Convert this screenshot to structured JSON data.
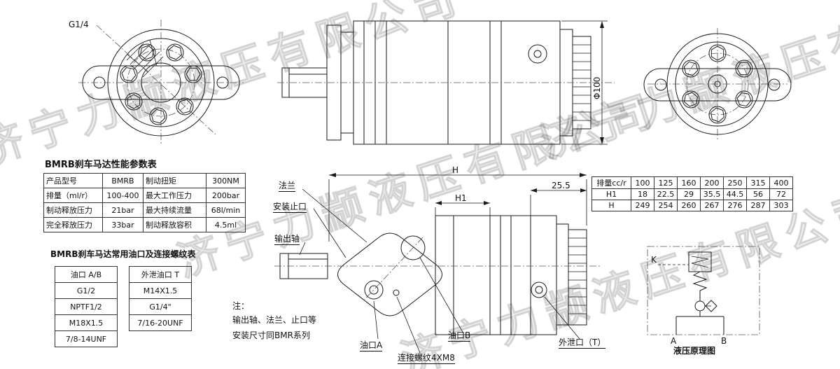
{
  "watermark": "济宁力颛液压有限公司",
  "perf_table": {
    "title": "BMRB刹车马达性能参数表",
    "rows": [
      [
        "产品型号",
        "BMRB",
        "制动扭矩",
        "300NM"
      ],
      [
        "排量（ml/r）",
        "100-400",
        "最大工作压力",
        "200bar"
      ],
      [
        "制动释放压力",
        "21bar",
        "最大持续流量",
        "68l/min"
      ],
      [
        "完全释放压力",
        "33bar",
        "制动释放容积",
        "4.5ml"
      ]
    ]
  },
  "ports_table": {
    "title": "BMRB刹车马达常用油口及连接螺纹表",
    "left": [
      "油口 A/B",
      "G1/2",
      "NPTF1/2",
      "M18X1.5",
      "7/8-14UNF"
    ],
    "right": [
      "外泄油口 T",
      "M14X1.5",
      "G1/4\"",
      "7/16-20UNF"
    ]
  },
  "dim_table": {
    "rows": [
      [
        "排量cc/r",
        "100",
        "125",
        "160",
        "200",
        "250",
        "315",
        "400"
      ],
      [
        "H1",
        "18",
        "22.5",
        "29",
        "35.5",
        "44.5",
        "56",
        "72"
      ],
      [
        "H",
        "249",
        "254",
        "260",
        "267",
        "276",
        "287",
        "303"
      ]
    ]
  },
  "labels": {
    "g14": "G1/4",
    "phi100": "Φ100",
    "flange": "法兰",
    "spigot": "安装止口",
    "output_shaft": "输出轴",
    "port_a": "油口A",
    "port_b": "油口B",
    "drain_port": "外泄口（T）",
    "thread": "连接螺纹4XM8",
    "dim_h": "H",
    "dim_h1": "H1",
    "dim_255": "25.5",
    "note1": "注：",
    "note2": "输出轴、法兰、止口等",
    "note3": "安装尺寸同BMR系列",
    "k": "K",
    "a": "A",
    "b": "B",
    "schematic_title": "液压原理图"
  }
}
